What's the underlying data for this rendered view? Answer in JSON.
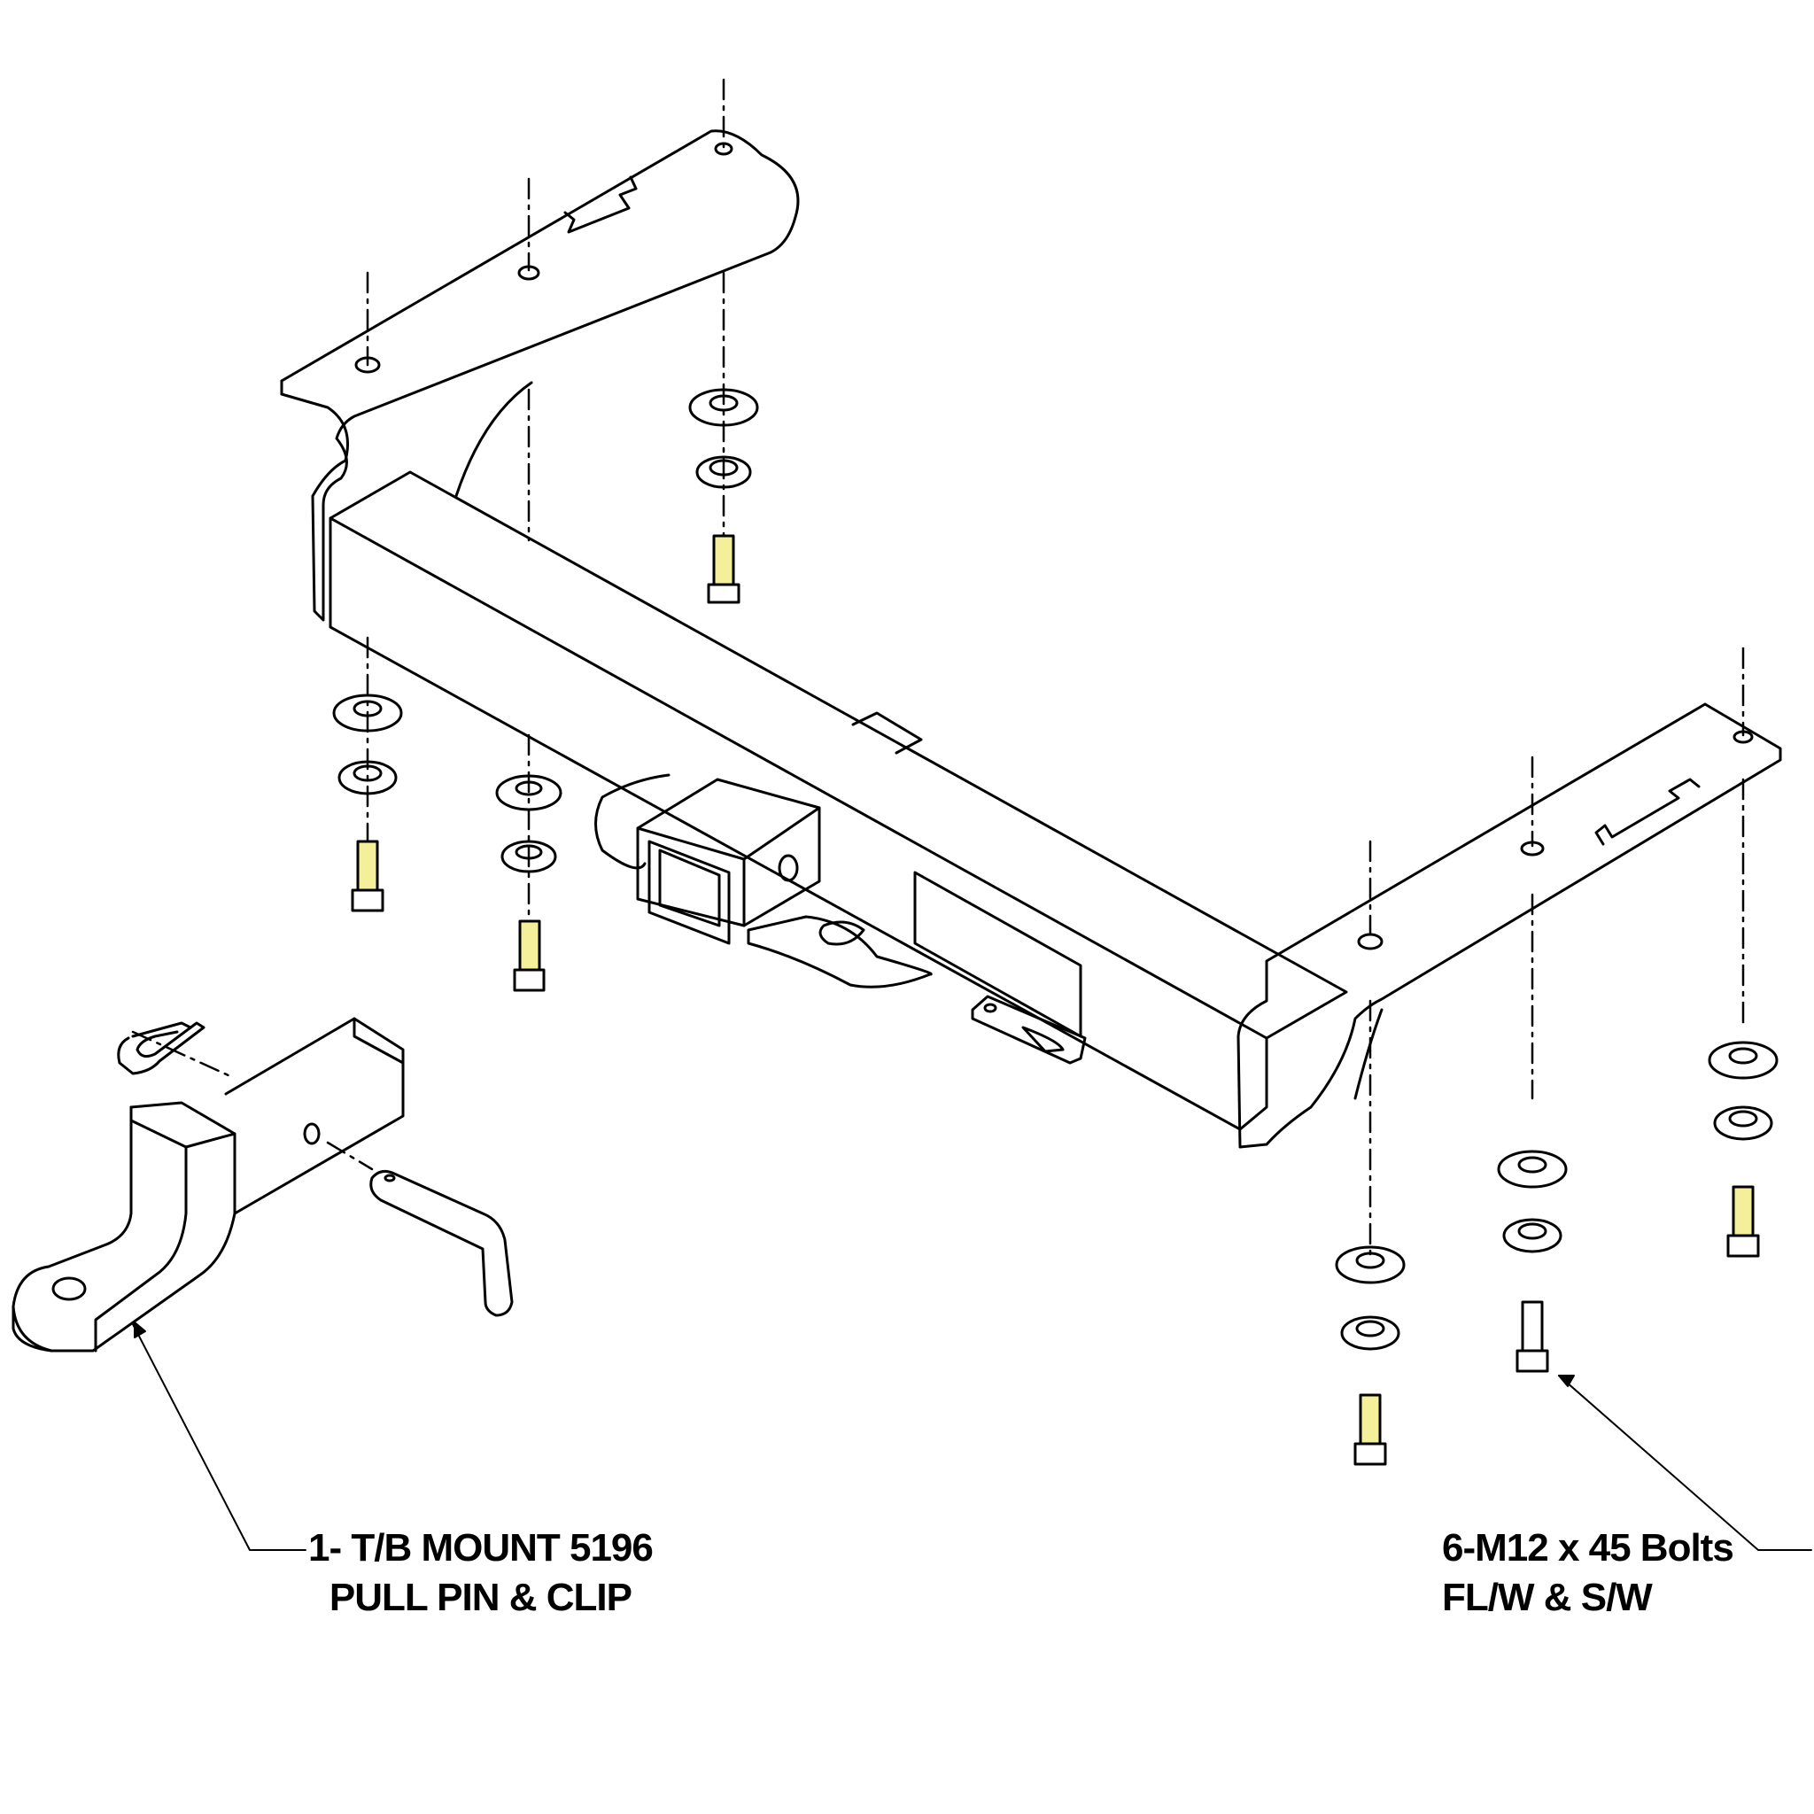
{
  "callouts": {
    "mount": {
      "line1": "1- T/B MOUNT 5196",
      "line2": "PULL PIN & CLIP"
    },
    "bolts": {
      "line1": "6-M12 x 45 Bolts",
      "line2": "FL/W & S/W"
    }
  },
  "colors": {
    "line": "#000000",
    "bolt_fill": "#f4ef9a",
    "background": "#ffffff"
  }
}
